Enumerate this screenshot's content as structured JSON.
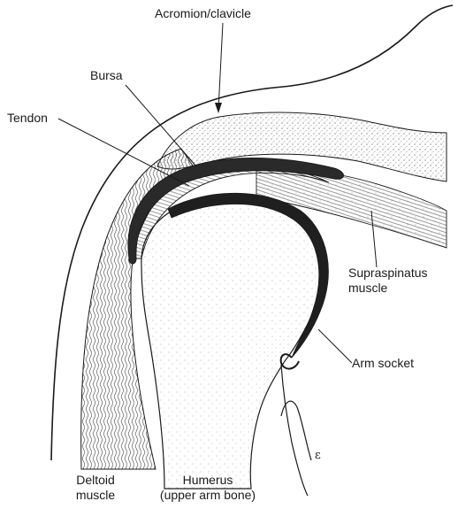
{
  "labels": {
    "acromion": "Acromion/clavicle",
    "bursa": "Bursa",
    "tendon": "Tendon",
    "supraspinatus_line1": "Supraspinatus",
    "supraspinatus_line2": "muscle",
    "arm_socket": "Arm socket",
    "deltoid_line1": "Deltoid",
    "deltoid_line2": "muscle",
    "humerus_line1": "Humerus",
    "humerus_line2": "(upper arm bone)",
    "epsilon_mark": "ε"
  },
  "colors": {
    "ink": "#1a1a1a",
    "stipple": "#555555",
    "background": "#ffffff"
  }
}
